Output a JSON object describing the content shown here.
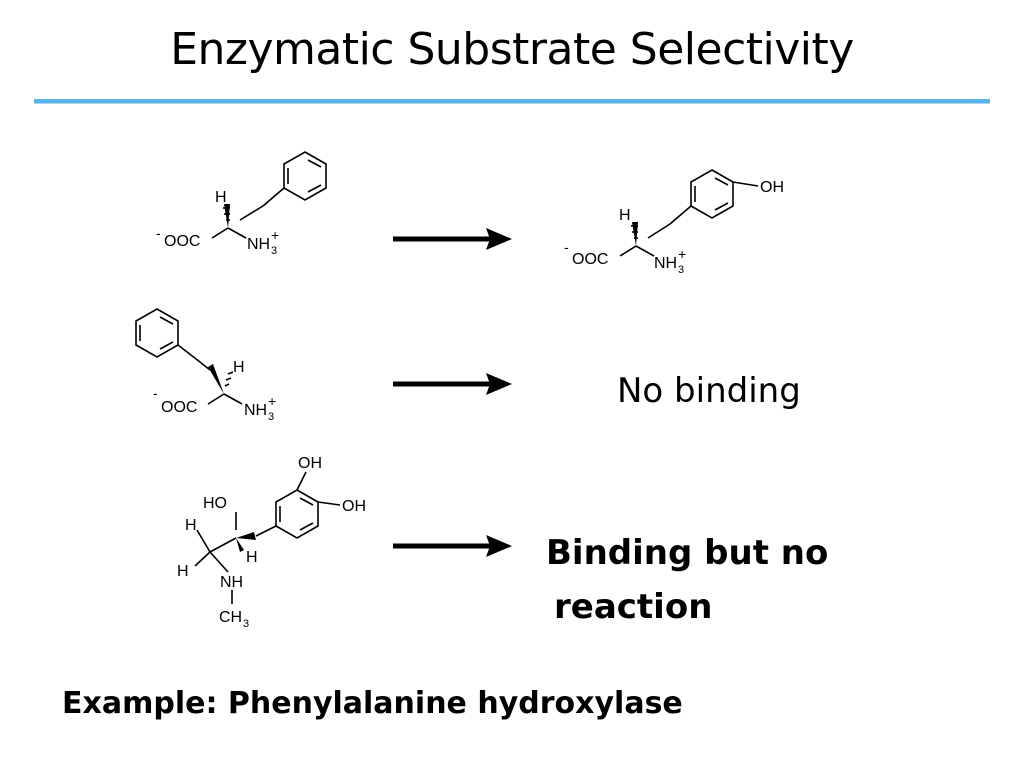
{
  "slide": {
    "title": "Enzymatic Substrate Selectivity",
    "rows": [
      {
        "result": ""
      },
      {
        "result": "No binding"
      },
      {
        "result_line1": "Binding but no",
        "result_line2": "reaction"
      }
    ],
    "footer": "Example: Phenylalanine hydroxylase",
    "labels": {
      "H": "H",
      "OOC": "OOC",
      "NH": "NH",
      "three": "3",
      "plus": "+",
      "minus": "-",
      "OH": "OH",
      "HO": "HO",
      "CH": "CH"
    }
  },
  "colors": {
    "accent_rule": "#5bb3e6",
    "text": "#000000"
  }
}
